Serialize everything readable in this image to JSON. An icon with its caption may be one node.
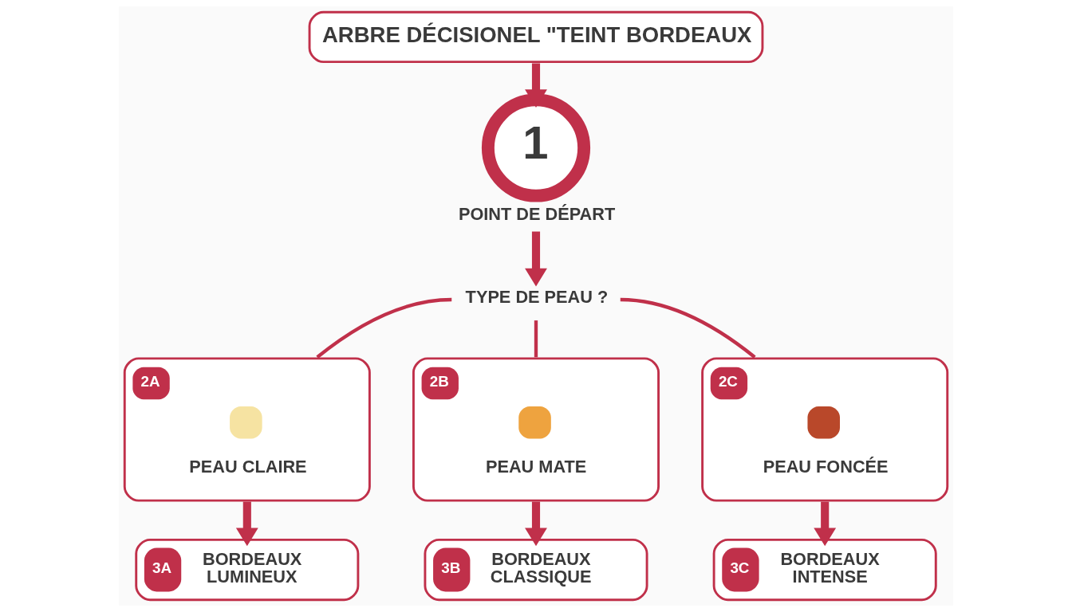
{
  "diagram": {
    "nodes": [
      {
        "text": [
          "ARBRE DÉCISIONEL \"TEINT BORDEAUX"
        ]
      },
      {
        "text": [
          "1"
        ],
        "beside": [
          "POINT DE DÉPART"
        ]
      },
      {
        "text": [
          "TYPE DE PEAU ?"
        ]
      },
      {
        "text": [
          "2A",
          "PEAU CLAIRE"
        ]
      },
      {
        "text": [
          "2B",
          "PEAU MATE"
        ]
      },
      {
        "text": [
          "2C",
          "PEAU FONCÉE"
        ]
      },
      {
        "text": [
          "3A",
          "BORDEAUX LUMINEUX"
        ]
      },
      {
        "text": [
          "3B",
          "BORDEAUX CLASSIQUE"
        ]
      },
      {
        "text": [
          "3C",
          "BORDEAUX INTENSE"
        ]
      }
    ],
    "edges": [
      {
        "from": 0,
        "to": 1,
        "arrow": "to"
      },
      {
        "from": 1,
        "to": 2,
        "arrow": "to"
      },
      {
        "from": 2,
        "to": 3,
        "arrow": "none"
      },
      {
        "from": 2,
        "to": 4,
        "arrow": "none"
      },
      {
        "from": 2,
        "to": 5,
        "arrow": "none"
      },
      {
        "from": 3,
        "to": 6,
        "arrow": "to"
      },
      {
        "from": 4,
        "to": 7,
        "arrow": "to"
      },
      {
        "from": 5,
        "to": 8,
        "arrow": "to"
      }
    ]
  }
}
